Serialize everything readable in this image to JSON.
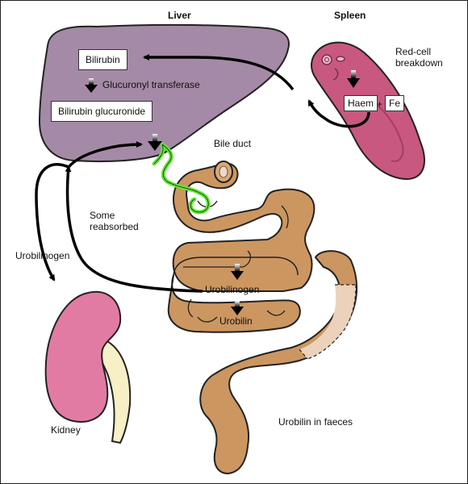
{
  "organs": {
    "liver": "Liver",
    "spleen": "Spleen",
    "kidney": "Kidney"
  },
  "liver_boxes": {
    "bilirubin": "Bilirubin",
    "enzyme": "Glucuronyl transferase",
    "conjugate": "Bilirubin glucuronide"
  },
  "spleen_labels": {
    "process": "Red-cell breakdown",
    "haem": "Haem",
    "plus": "+",
    "iron": "Fe"
  },
  "pathway_labels": {
    "bile_duct": "Bile duct",
    "reabsorbed": "Some reabsorbed",
    "urobilinogen_side": "Urobilinogen",
    "urobilinogen_gut": "Urobilinogen",
    "urobilin_gut": "Urobilin",
    "faeces": "Urobilin in faeces"
  },
  "colors": {
    "liver": "#a48aa6",
    "spleen": "#c8587f",
    "kidney": "#e27ba3",
    "ureter": "#f7efc6",
    "intestine": "#cc9661",
    "bile_duct": "#5fe832",
    "faded_colon": "#ecd2ba"
  }
}
